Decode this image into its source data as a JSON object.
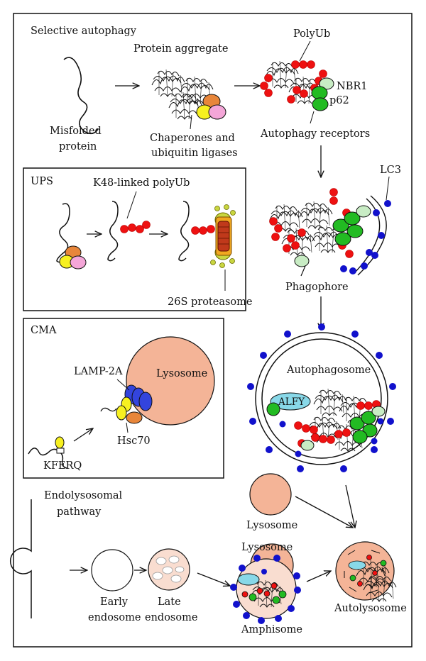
{
  "sections": {
    "selective_autophagy": "Selective autophagy",
    "ups": "UPS",
    "cma": "CMA",
    "endolysosomal_line1": "Endolysosomal",
    "endolysosomal_line2": "pathway"
  },
  "labels": {
    "misfolded_line1": "Misfolded",
    "misfolded_line2": "protein",
    "protein_aggregate": "Protein aggregate",
    "chaperones_line1": "Chaperones and",
    "chaperones_line2": "ubiquitin ligases",
    "polyub": "PolyUb",
    "nbr1": "NBR1",
    "p62": "p62",
    "autophagy_receptors": "Autophagy receptors",
    "lc3": "LC3",
    "phagophore": "Phagophore",
    "k48": "K48-linked polyUb",
    "proteasome": "26S proteasome",
    "lamp2a": "LAMP-2A",
    "lysosome_cma": "Lysosome",
    "hsc70": "Hsc70",
    "kferq": "KFERQ",
    "autophagosome": "Autophagosome",
    "alfy": "ALFY",
    "lysosome_mid": "Lysosome",
    "lysosome_top": "Lysosome",
    "early_line1": "Early",
    "early_line2": "endosome",
    "late_line1": "Late",
    "late_line2": "endosome",
    "amphisome": "Amphisome",
    "autolysosome": "Autolysosome"
  },
  "colors": {
    "ubiquitin": "#ee1111",
    "p62": "#22bb22",
    "nbr1": "#c8ecc4",
    "lc3": "#1111cc",
    "chaperone_orange": "#e8863a",
    "chaperone_yellow": "#f7f020",
    "chaperone_pink": "#f4a6d8",
    "lysosome": "#f4b497",
    "lysosome_light": "#f9ddd0",
    "lamp2a": "#3344dd",
    "alfy": "#88d8e8",
    "proteasome": "#c0391b"
  }
}
